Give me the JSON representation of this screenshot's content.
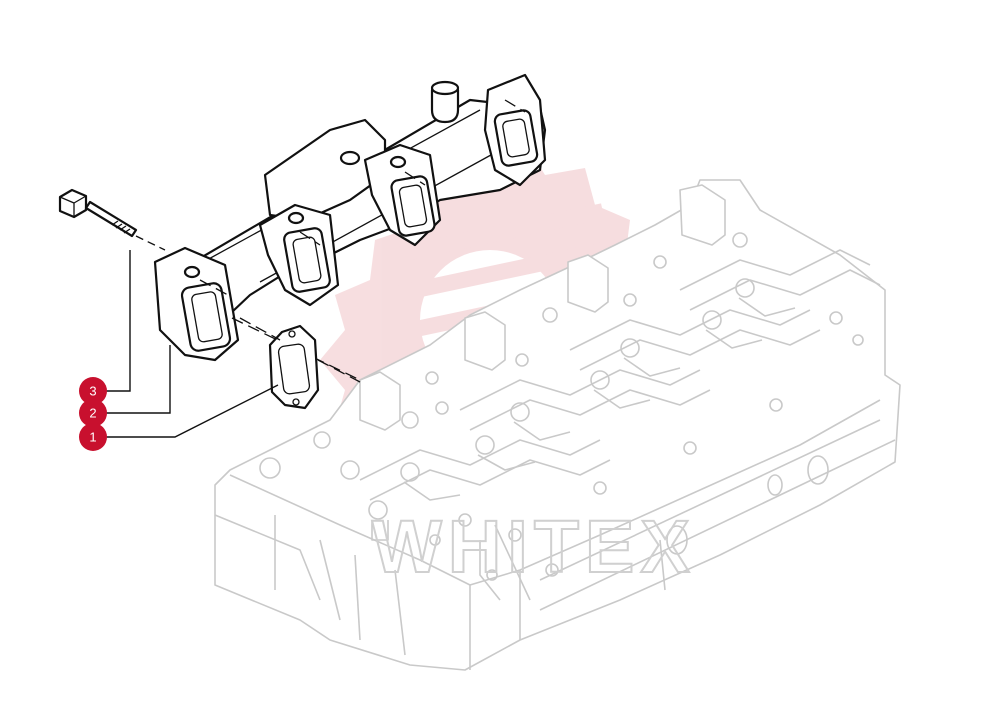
{
  "diagram": {
    "watermark": {
      "text": "WHITEX",
      "color": "#f0c2c6",
      "icon": "gear-icon"
    },
    "callouts": [
      {
        "label": "3",
        "color": "#c8102e"
      },
      {
        "label": "2",
        "color": "#c8102e"
      },
      {
        "label": "1",
        "color": "#c8102e"
      }
    ]
  }
}
